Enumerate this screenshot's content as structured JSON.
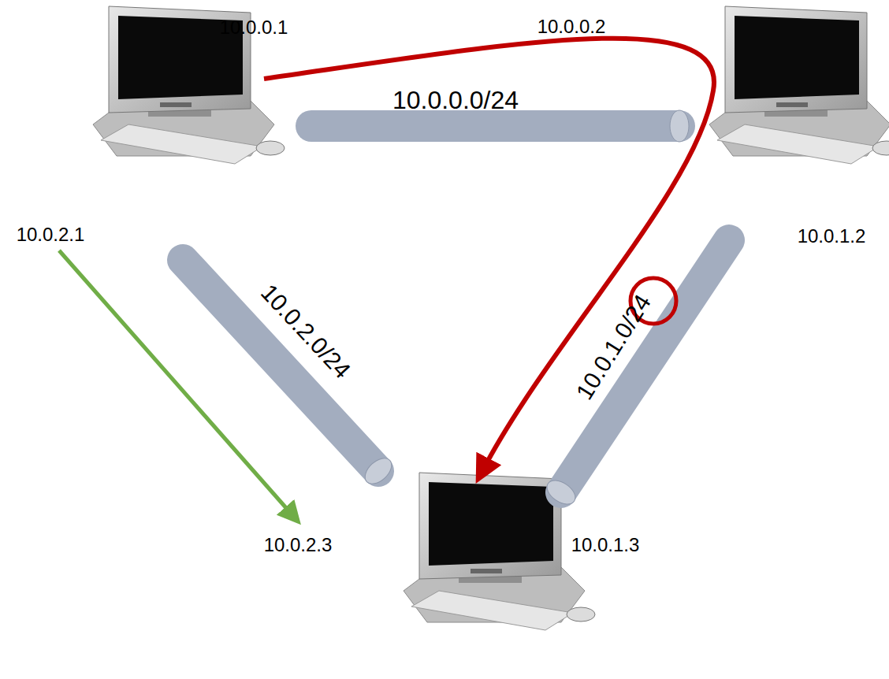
{
  "diagram": {
    "labels": [
      "10.0.0.1",
      "10.0.0.2",
      "10.0.0.0/24",
      "10.0.2.1",
      "10.0.1.2",
      "10.0.2.0/24",
      "10.0.1.0/24",
      "10.0.2.3",
      "10.0.1.3"
    ]
  }
}
